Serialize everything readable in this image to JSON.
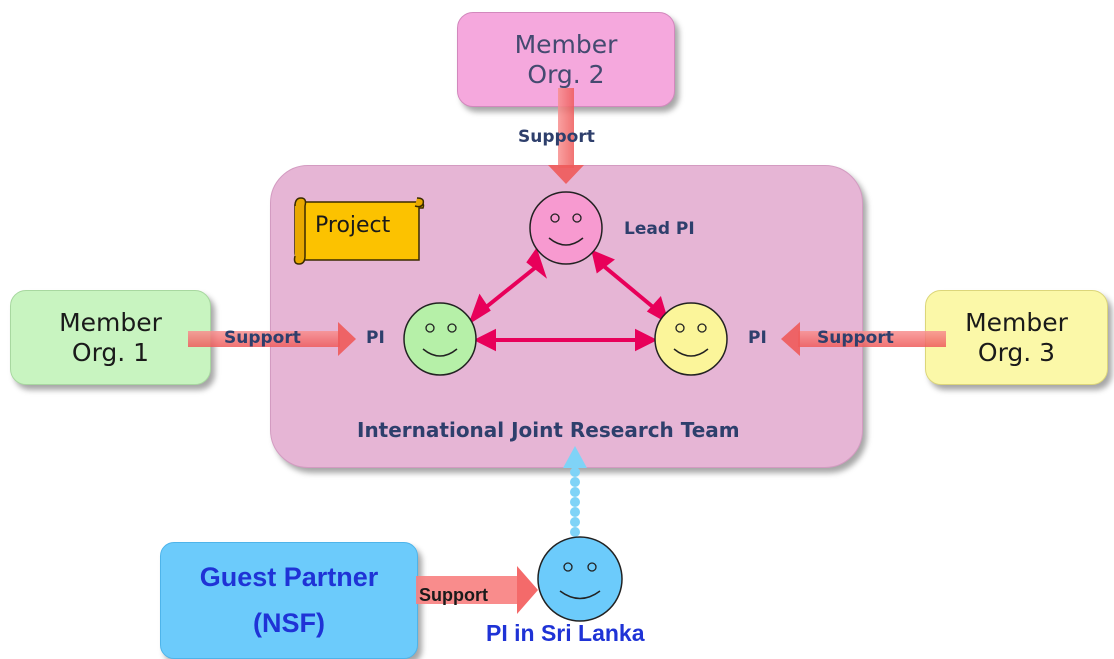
{
  "team": {
    "name": "International Joint Research Team",
    "project_label": "Project",
    "lead_pi_label": "Lead PI",
    "pi_left_label": "PI",
    "pi_right_label": "PI"
  },
  "member_orgs": [
    {
      "line1": "Member",
      "line2": "Org. 1",
      "color": "#c8f4c0"
    },
    {
      "line1": "Member",
      "line2": "Org. 2",
      "color": "#f5a8dd"
    },
    {
      "line1": "Member",
      "line2": "Org. 3",
      "color": "#fbf8a8"
    }
  ],
  "guest_partner": {
    "line1": "Guest Partner",
    "line2": "(NSF)",
    "color": "#6ccbfb"
  },
  "pi_sri_lanka": "PI in Sri Lanka",
  "support_label": "Support",
  "colors": {
    "team_bg": "#e6b5d5",
    "project_bg": "#fcc200",
    "arrow_pink": "#e8005a",
    "support_arrow": "#f46a6a",
    "dotted_arrow": "#7fd3f7",
    "face_lead": "#f79ad0",
    "face_left": "#b6f0a8",
    "face_right": "#fbf59a",
    "face_sl": "#6ccbfb"
  }
}
